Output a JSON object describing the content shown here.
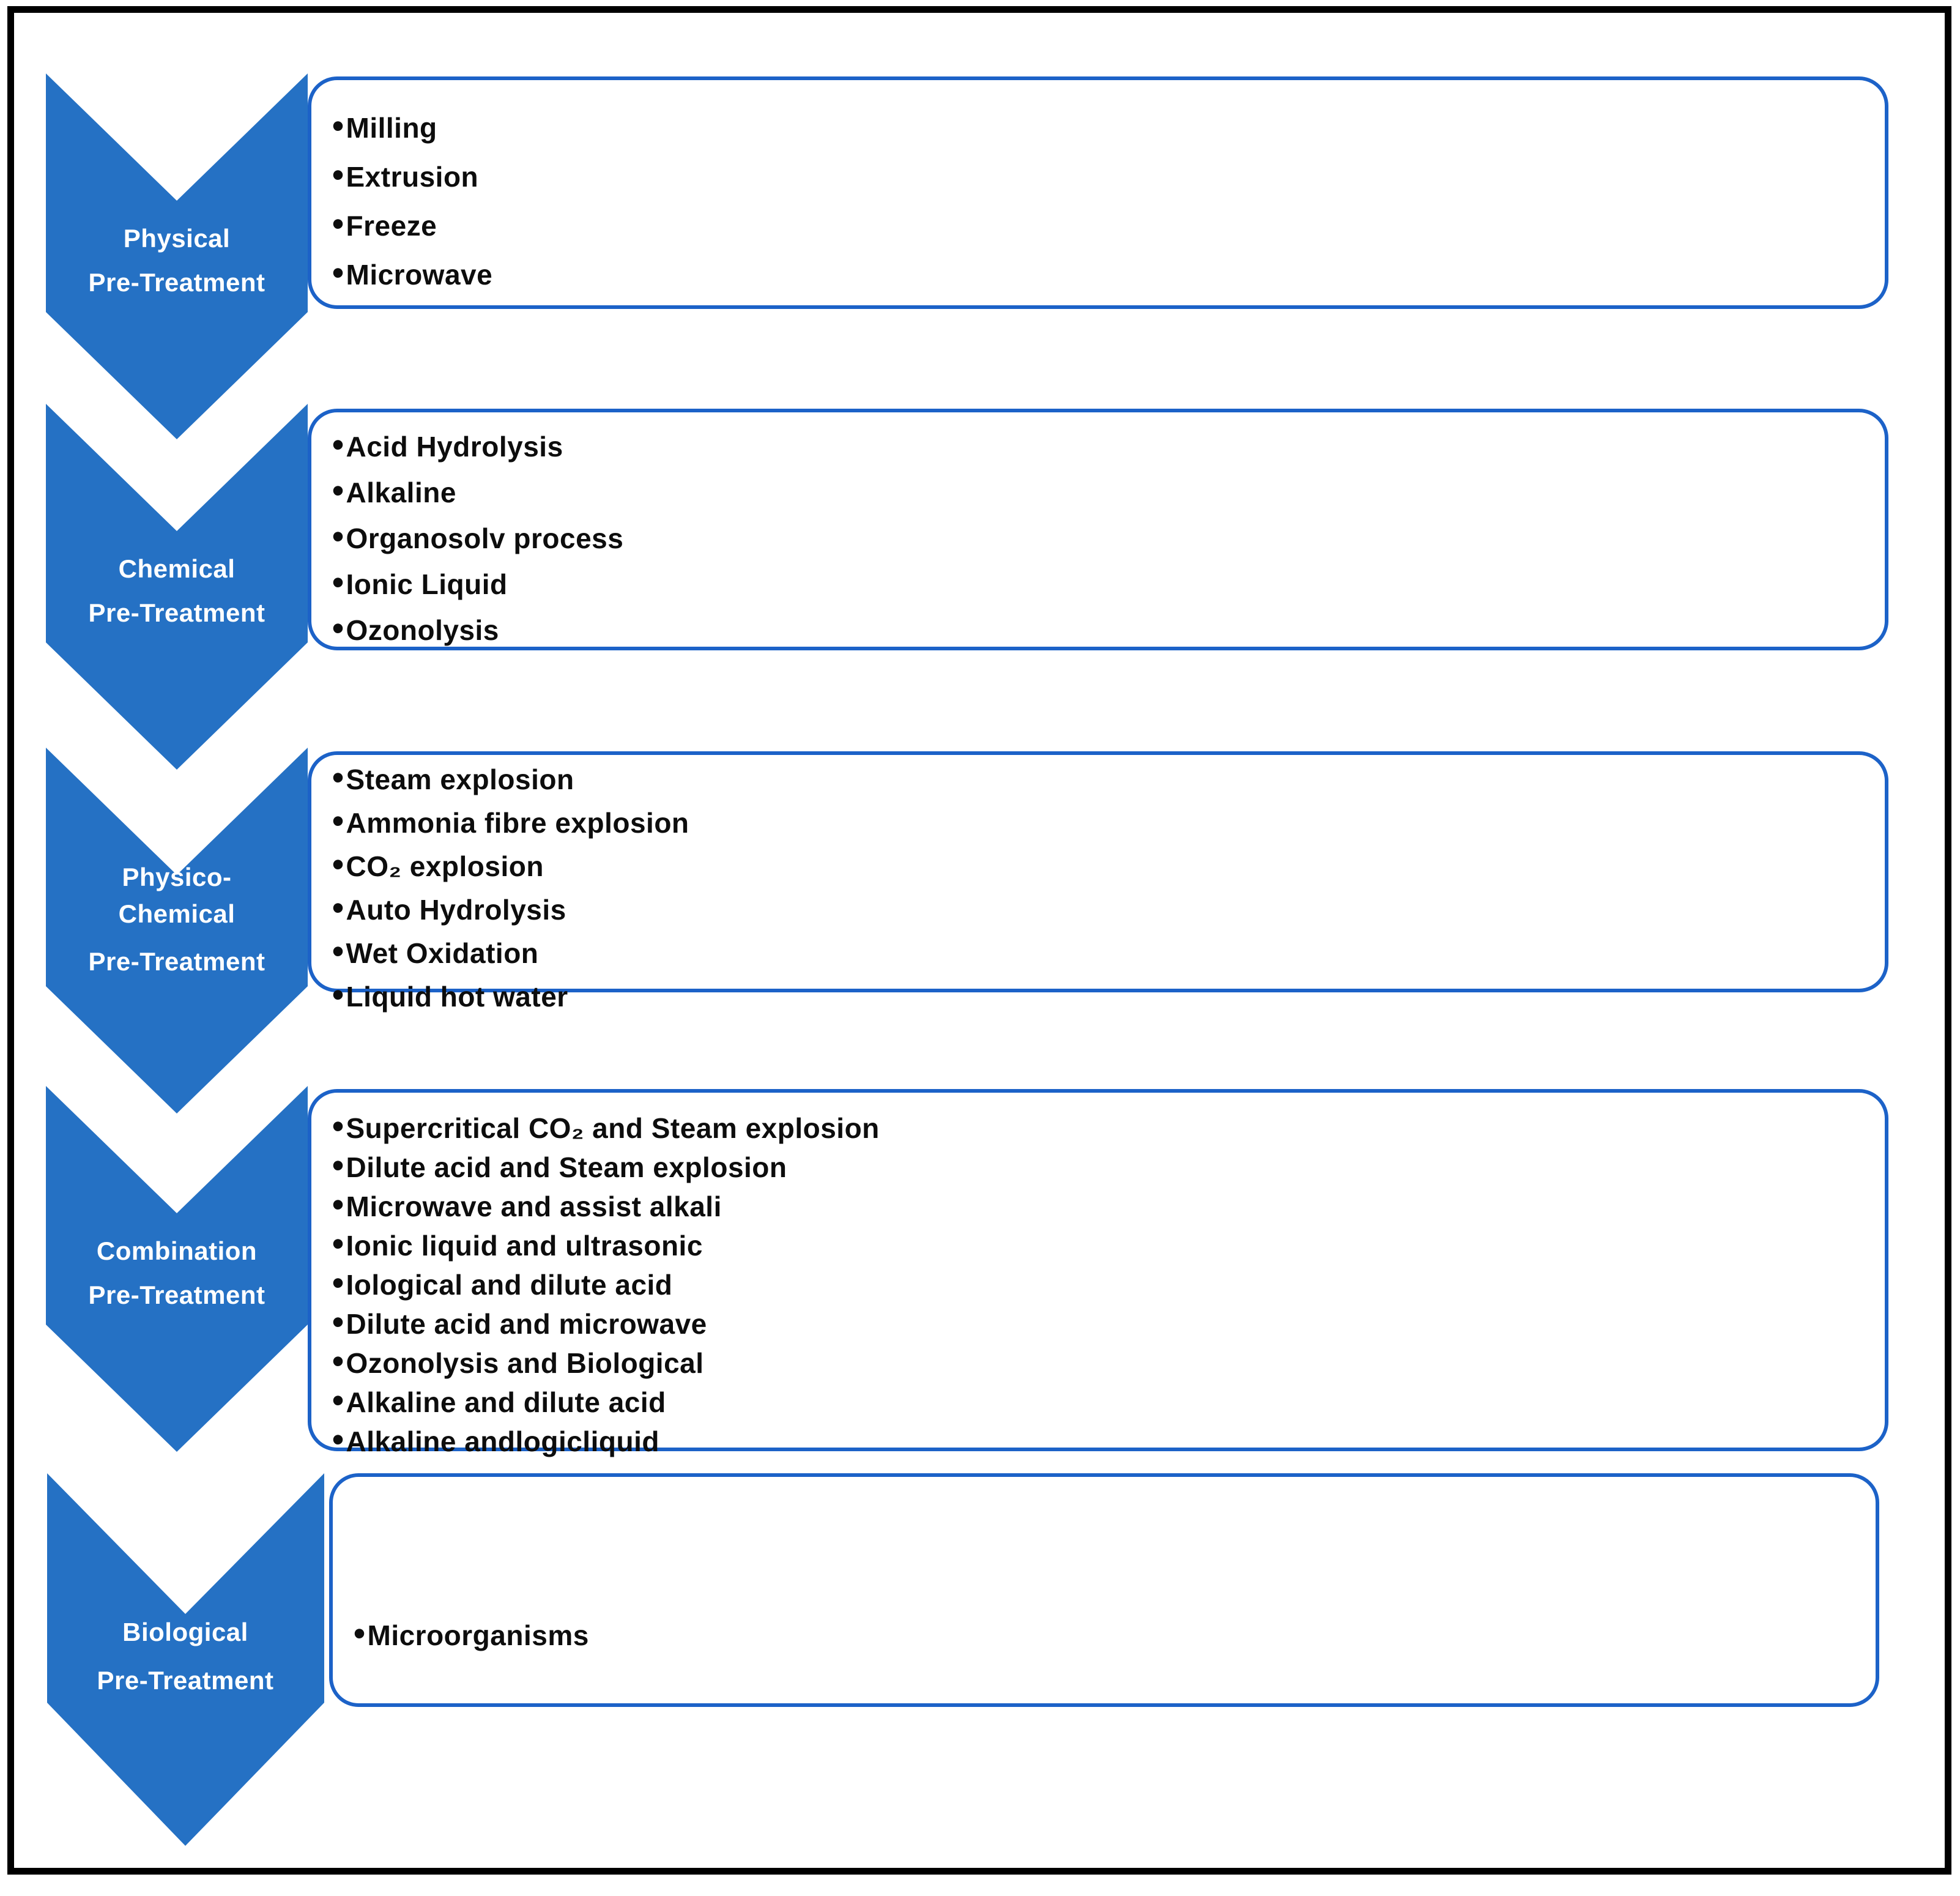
{
  "figure": {
    "bullet": "•",
    "colors": {
      "chevron_blue": "#2571C4",
      "box_border_blue": "#1C62C8",
      "item_text": "#0D0D0D",
      "label_text": "#FFFFFF",
      "frame_black": "#000000"
    },
    "sections": [
      {
        "label_lines": [
          "Physical",
          "Pre-Treatment"
        ],
        "items": [
          "Milling",
          "Extrusion",
          "Freeze",
          "Microwave"
        ]
      },
      {
        "label_lines": [
          "Chemical",
          "Pre-Treatment"
        ],
        "items": [
          "Acid Hydrolysis",
          "Alkaline",
          "Organosolv process",
          "Ionic Liquid",
          "Ozonolysis"
        ]
      },
      {
        "label_lines": [
          "Physico-",
          "Chemical",
          "Pre-Treatment"
        ],
        "items": [
          "Steam explosion",
          "Ammonia fibre explosion",
          "CO₂ explosion",
          "Auto Hydrolysis",
          "Wet Oxidation",
          "Liquid hot water"
        ]
      },
      {
        "label_lines": [
          "Combination",
          "Pre-Treatment"
        ],
        "items": [
          "Supercritical CO₂ and Steam explosion",
          "Dilute acid and Steam explosion",
          "Microwave and assist alkali",
          "Ionic liquid and ultrasonic",
          "Iological and dilute acid",
          "Dilute acid and microwave",
          "Ozonolysis and Biological",
          "Alkaline and dilute acid",
          "Alkaline andlogicliquid"
        ]
      },
      {
        "label_lines": [
          "Biological",
          "Pre-Treatment"
        ],
        "items": [
          "Microorganisms"
        ]
      }
    ]
  }
}
